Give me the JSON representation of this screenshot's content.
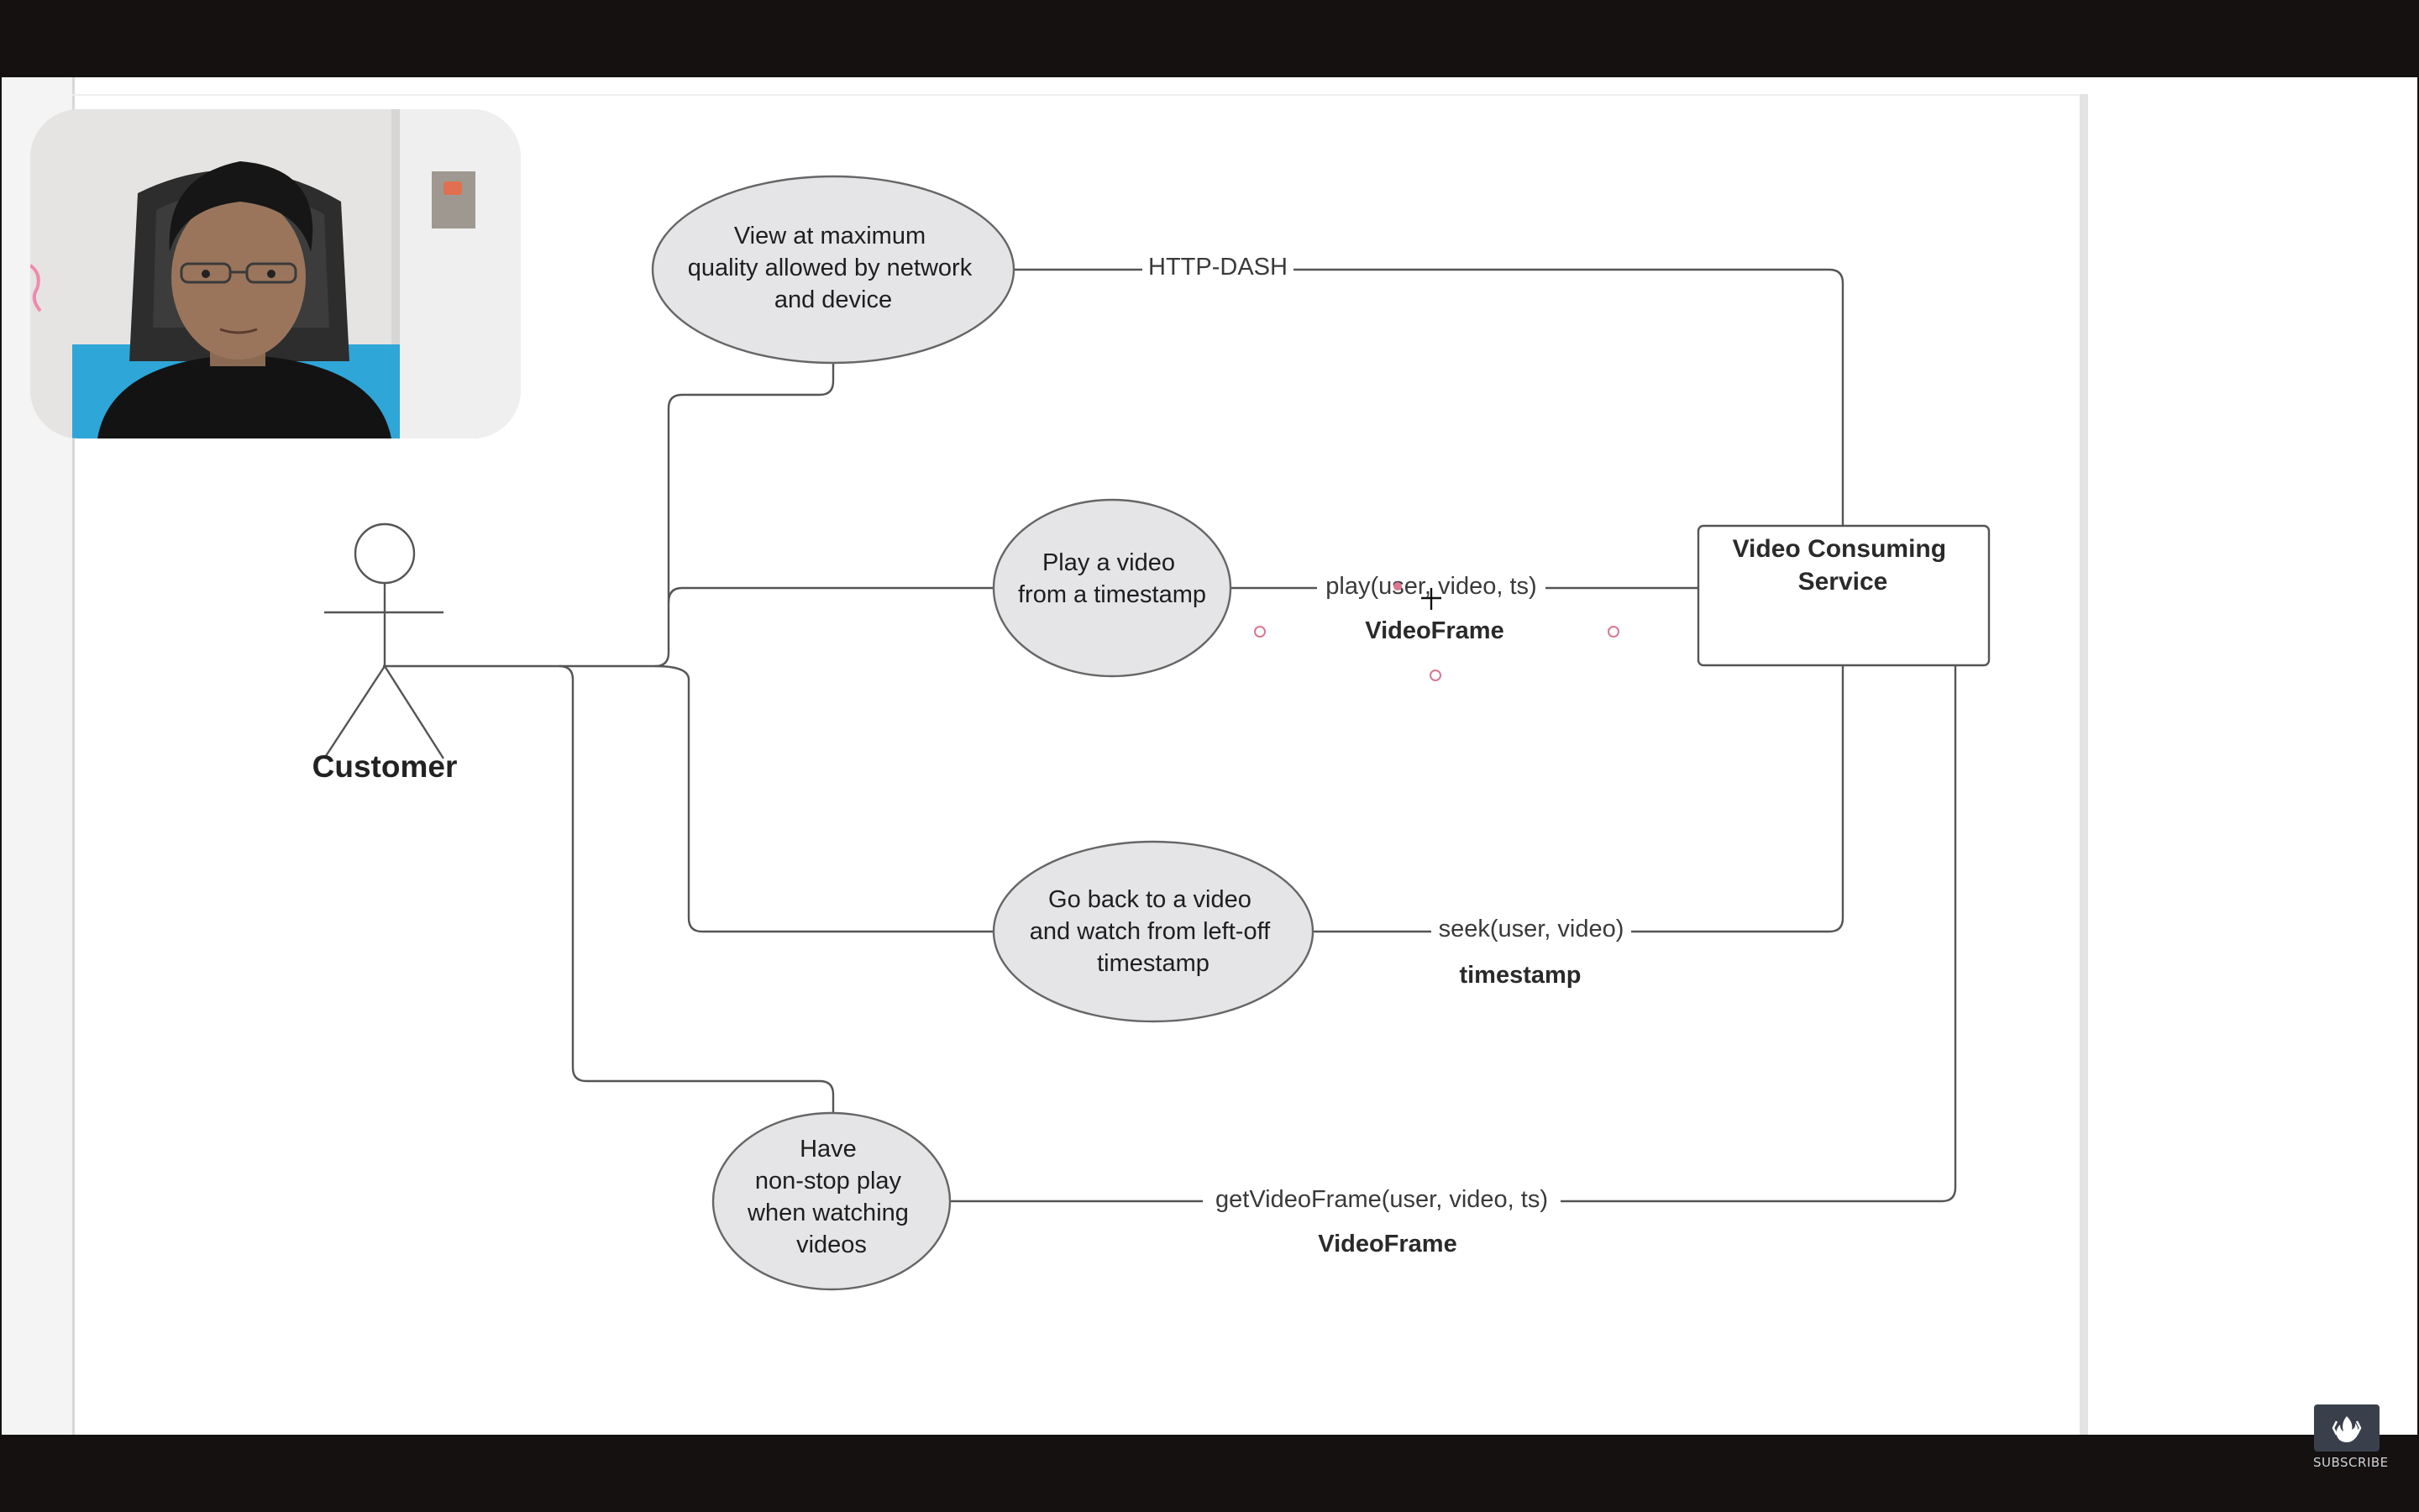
{
  "diagram": {
    "actor": "Customer",
    "use_cases": {
      "quality": [
        "View at maximum",
        "quality allowed by network",
        "and device"
      ],
      "play": [
        "Play a video",
        "from a timestamp"
      ],
      "resume": [
        "Go back to a video",
        "and watch from left-off",
        "timestamp"
      ],
      "nonstop": [
        "Have",
        "non-stop play",
        "when watching",
        "videos"
      ]
    },
    "service": [
      "Video Consuming",
      "Service"
    ],
    "edges": {
      "quality_label": "HTTP-DASH",
      "play_label": "play(user, video, ts)",
      "play_return": "VideoFrame",
      "seek_label": "seek(user, video)",
      "seek_return": "timestamp",
      "frame_label": "getVideoFrame(user, video, ts)",
      "frame_return": "VideoFrame"
    }
  },
  "overlay": {
    "subscribe_label": "SUBSCRIBE",
    "subscribe_icon": "flame-icon",
    "webcam": "presenter-webcam"
  },
  "colors": {
    "use_case_fill": "#e5e5e8",
    "stroke": "#555555",
    "text": "#1e1e1e",
    "selection_handle": "#d9788f",
    "letterbox": "#141110"
  }
}
